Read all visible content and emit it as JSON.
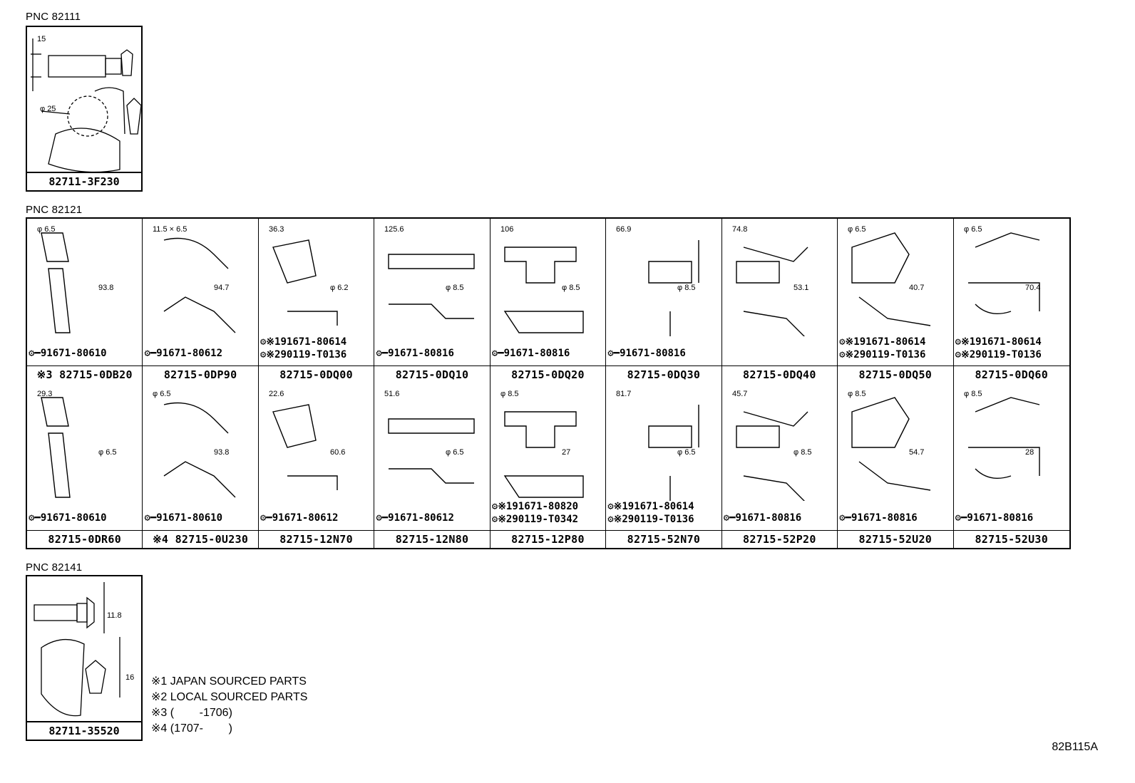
{
  "sections": {
    "s82111": {
      "label": "PNC 82111",
      "part": "82711-3F230",
      "dims": [
        "15",
        "φ 25"
      ]
    },
    "s82121": {
      "label": "PNC 82121"
    },
    "s82141": {
      "label": "PNC 82141",
      "part": "82711-35520",
      "dims": [
        "11.8",
        "16"
      ]
    }
  },
  "row1": [
    {
      "part": "※3 82715-0DB20",
      "bolts": [
        "91671-80610"
      ],
      "dims": [
        "φ 6.5",
        "93.8"
      ]
    },
    {
      "part": "82715-0DP90",
      "bolts": [
        "91671-80612"
      ],
      "dims": [
        "11.5 × 6.5",
        "94.7"
      ]
    },
    {
      "part": "82715-0DQ00",
      "bolts": [
        "※191671-80614",
        "※290119-T0136"
      ],
      "dims": [
        "36.3",
        "φ 6.2"
      ]
    },
    {
      "part": "82715-0DQ10",
      "bolts": [
        "91671-80816"
      ],
      "dims": [
        "125.6",
        "φ 8.5"
      ]
    },
    {
      "part": "82715-0DQ20",
      "bolts": [
        "91671-80816"
      ],
      "dims": [
        "106",
        "φ 8.5"
      ]
    },
    {
      "part": "82715-0DQ30",
      "bolts": [
        "91671-80816"
      ],
      "dims": [
        "66.9",
        "φ 8.5"
      ]
    },
    {
      "part": "82715-0DQ40",
      "bolts": [],
      "dims": [
        "74.8",
        "53.1"
      ]
    },
    {
      "part": "82715-0DQ50",
      "bolts": [
        "※191671-80614",
        "※290119-T0136"
      ],
      "dims": [
        "φ 6.5",
        "40.7"
      ]
    },
    {
      "part": "82715-0DQ60",
      "bolts": [
        "※191671-80614",
        "※290119-T0136"
      ],
      "dims": [
        "φ 6.5",
        "70.4"
      ]
    }
  ],
  "row2": [
    {
      "part": "82715-0DR60",
      "bolts": [
        "91671-80610"
      ],
      "dims": [
        "29.3",
        "φ 6.5"
      ]
    },
    {
      "part": "※4 82715-0U230",
      "bolts": [
        "91671-80610"
      ],
      "dims": [
        "φ 6.5",
        "93.8"
      ]
    },
    {
      "part": "82715-12N70",
      "bolts": [
        "91671-80612"
      ],
      "dims": [
        "22.6",
        "60.6"
      ]
    },
    {
      "part": "82715-12N80",
      "bolts": [
        "91671-80612"
      ],
      "dims": [
        "51.6",
        "φ 6.5"
      ]
    },
    {
      "part": "82715-12P80",
      "bolts": [
        "※191671-80820",
        "※290119-T0342"
      ],
      "dims": [
        "φ 8.5",
        "27"
      ]
    },
    {
      "part": "82715-52N70",
      "bolts": [
        "※191671-80614",
        "※290119-T0136"
      ],
      "dims": [
        "81.7",
        "φ 6.5"
      ]
    },
    {
      "part": "82715-52P20",
      "bolts": [
        "91671-80816"
      ],
      "dims": [
        "45.7",
        "φ 8.5"
      ]
    },
    {
      "part": "82715-52U20",
      "bolts": [
        "91671-80816"
      ],
      "dims": [
        "φ 8.5",
        "54.7"
      ]
    },
    {
      "part": "82715-52U30",
      "bolts": [
        "91671-80816"
      ],
      "dims": [
        "φ 8.5",
        "28"
      ]
    }
  ],
  "notes": [
    "※1 JAPAN SOURCED PARTS",
    "※2 LOCAL SOURCED PARTS",
    "※3 (        -1706)",
    "※4 (1707-        )"
  ],
  "figure_ref": "82B115A",
  "colors": {
    "line": "#000000",
    "background": "#ffffff"
  }
}
